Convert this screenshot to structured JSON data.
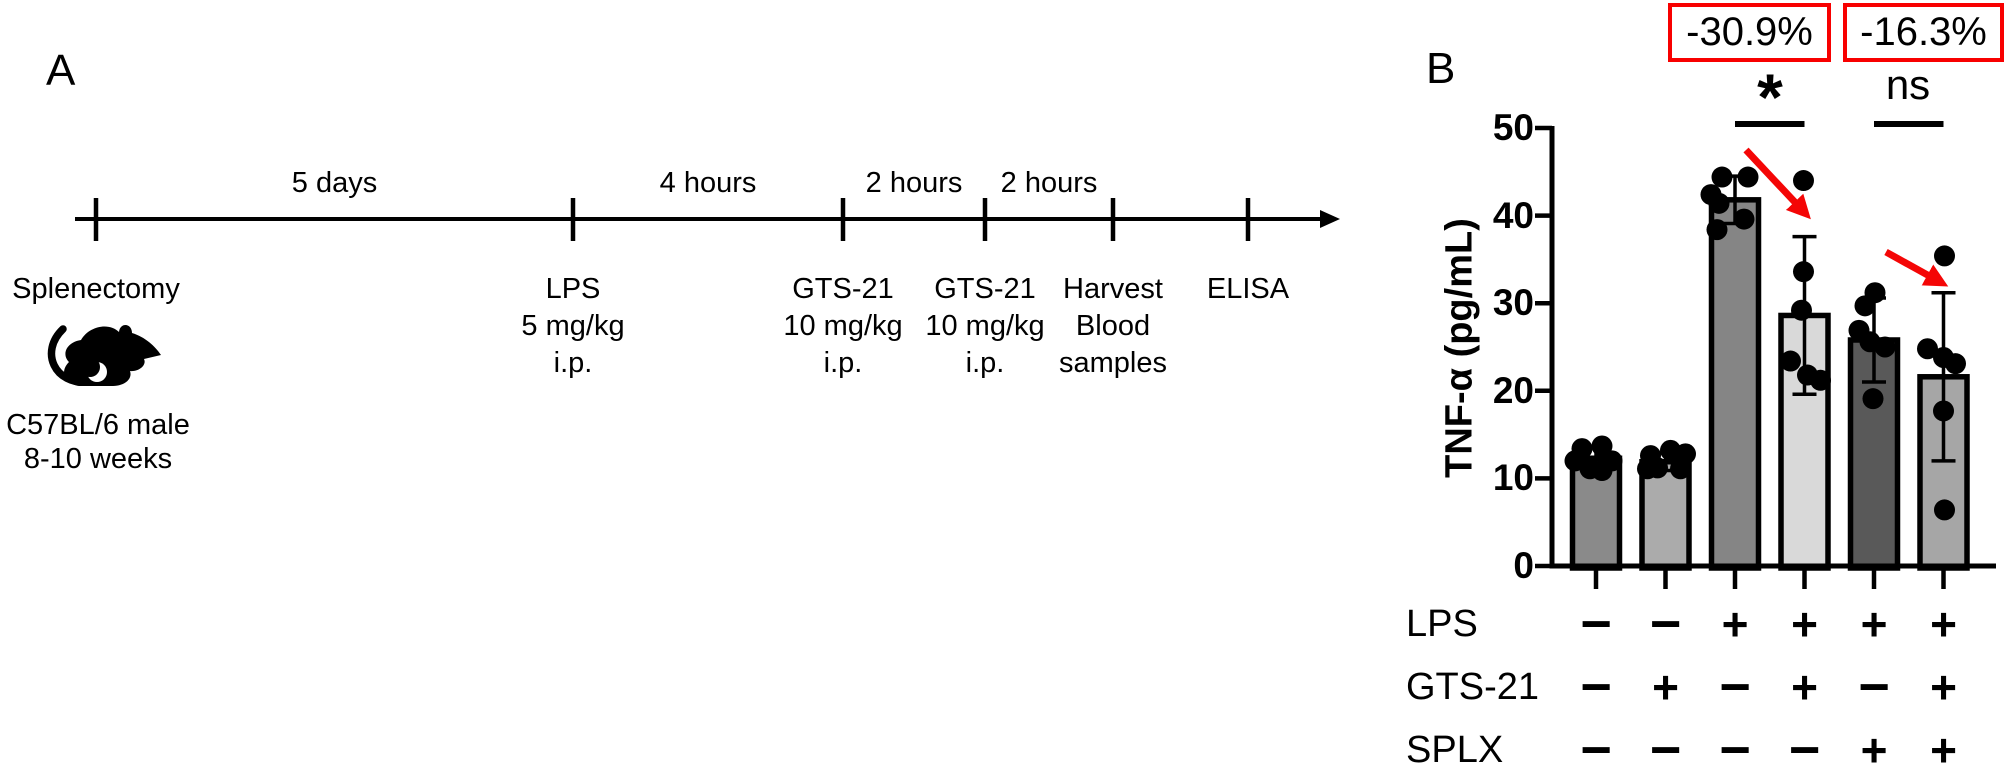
{
  "figure": {
    "panelA": {
      "label": "A",
      "timeline": {
        "intervals": [
          "5 days",
          "4 hours",
          "2 hours",
          "2 hours"
        ],
        "events": [
          {
            "lines": [
              "Splenectomy"
            ]
          },
          {
            "lines": [
              "LPS",
              "5 mg/kg",
              "i.p."
            ]
          },
          {
            "lines": [
              "GTS-21",
              "10 mg/kg",
              "i.p."
            ]
          },
          {
            "lines": [
              "GTS-21",
              "10 mg/kg",
              "i.p."
            ]
          },
          {
            "lines": [
              "Harvest",
              "Blood",
              "samples"
            ]
          },
          {
            "lines": [
              "ELISA"
            ]
          }
        ]
      },
      "subject_line1": "C57BL/6 male",
      "subject_line2": "8-10 weeks",
      "mouse_icon": "mouse-silhouette-icon"
    },
    "panelB": {
      "label": "B"
    }
  },
  "chart_data": {
    "type": "bar",
    "title": "",
    "ylabel": "TNF-α (pg/mL)",
    "xlabel": "",
    "ylim": [
      0,
      50
    ],
    "yticks": [
      0,
      10,
      20,
      30,
      40,
      50
    ],
    "grid": false,
    "bars": [
      {
        "mean": 12.3,
        "sd": 1.2,
        "fill": "#8A8A8A",
        "points": [
          [
            13.4,
            -14
          ],
          [
            13.7,
            6
          ],
          [
            12.0,
            -21
          ],
          [
            12.0,
            16
          ],
          [
            11.1,
            -6
          ],
          [
            10.9,
            6
          ]
        ]
      },
      {
        "mean": 11.9,
        "sd": 1.0,
        "fill": "#ABABAB",
        "points": [
          [
            12.6,
            -15
          ],
          [
            13.2,
            5
          ],
          [
            12.8,
            20
          ],
          [
            11.2,
            -8
          ],
          [
            11.1,
            -18
          ],
          [
            11.1,
            15
          ]
        ]
      },
      {
        "mean": 41.8,
        "sd": 2.7,
        "fill": "#858585",
        "points": [
          [
            44.4,
            -13
          ],
          [
            44.4,
            13
          ],
          [
            42.4,
            -24
          ],
          [
            41.4,
            -16
          ],
          [
            39.6,
            9
          ],
          [
            38.4,
            -18
          ]
        ]
      },
      {
        "mean": 28.6,
        "sd": 9.0,
        "fill": "#D9D9D9",
        "points": [
          [
            44.0,
            -1
          ],
          [
            33.6,
            -1
          ],
          [
            29.2,
            -3
          ],
          [
            23.4,
            -14
          ],
          [
            21.8,
            3
          ],
          [
            21.2,
            16
          ]
        ]
      },
      {
        "mean": 25.8,
        "sd": 4.8,
        "fill": "#595959",
        "points": [
          [
            31.2,
            1
          ],
          [
            29.7,
            -9
          ],
          [
            26.9,
            -15
          ],
          [
            25.6,
            -4
          ],
          [
            25.0,
            11
          ],
          [
            19.1,
            -1
          ]
        ]
      },
      {
        "mean": 21.6,
        "sd": 9.6,
        "fill": "#A6A6A6",
        "points": [
          [
            35.4,
            1
          ],
          [
            24.8,
            -16
          ],
          [
            23.8,
            0
          ],
          [
            23.1,
            12
          ],
          [
            17.7,
            0
          ],
          [
            6.4,
            1
          ]
        ]
      }
    ],
    "condition_rows": [
      {
        "label": "LPS",
        "values": [
          "−",
          "−",
          "+",
          "+",
          "+",
          "+"
        ]
      },
      {
        "label": "GTS-21",
        "values": [
          "−",
          "+",
          "−",
          "+",
          "−",
          "+"
        ]
      },
      {
        "label": "SPLX",
        "values": [
          "−",
          "−",
          "−",
          "−",
          "+",
          "+"
        ]
      }
    ],
    "annotations": {
      "reductions": [
        {
          "text": "-30.9%",
          "bars": [
            3,
            4
          ]
        },
        {
          "text": "-16.3%",
          "bars": [
            5,
            6
          ]
        }
      ],
      "significance": [
        {
          "text": "*",
          "bars": [
            3,
            4
          ]
        },
        {
          "text": "ns",
          "bars": [
            5,
            6
          ]
        }
      ],
      "arrow_color": "#F40606",
      "box_border_color": "#F80000"
    },
    "colors": {
      "ink": "#000000",
      "background": "#FFFFFF"
    }
  }
}
